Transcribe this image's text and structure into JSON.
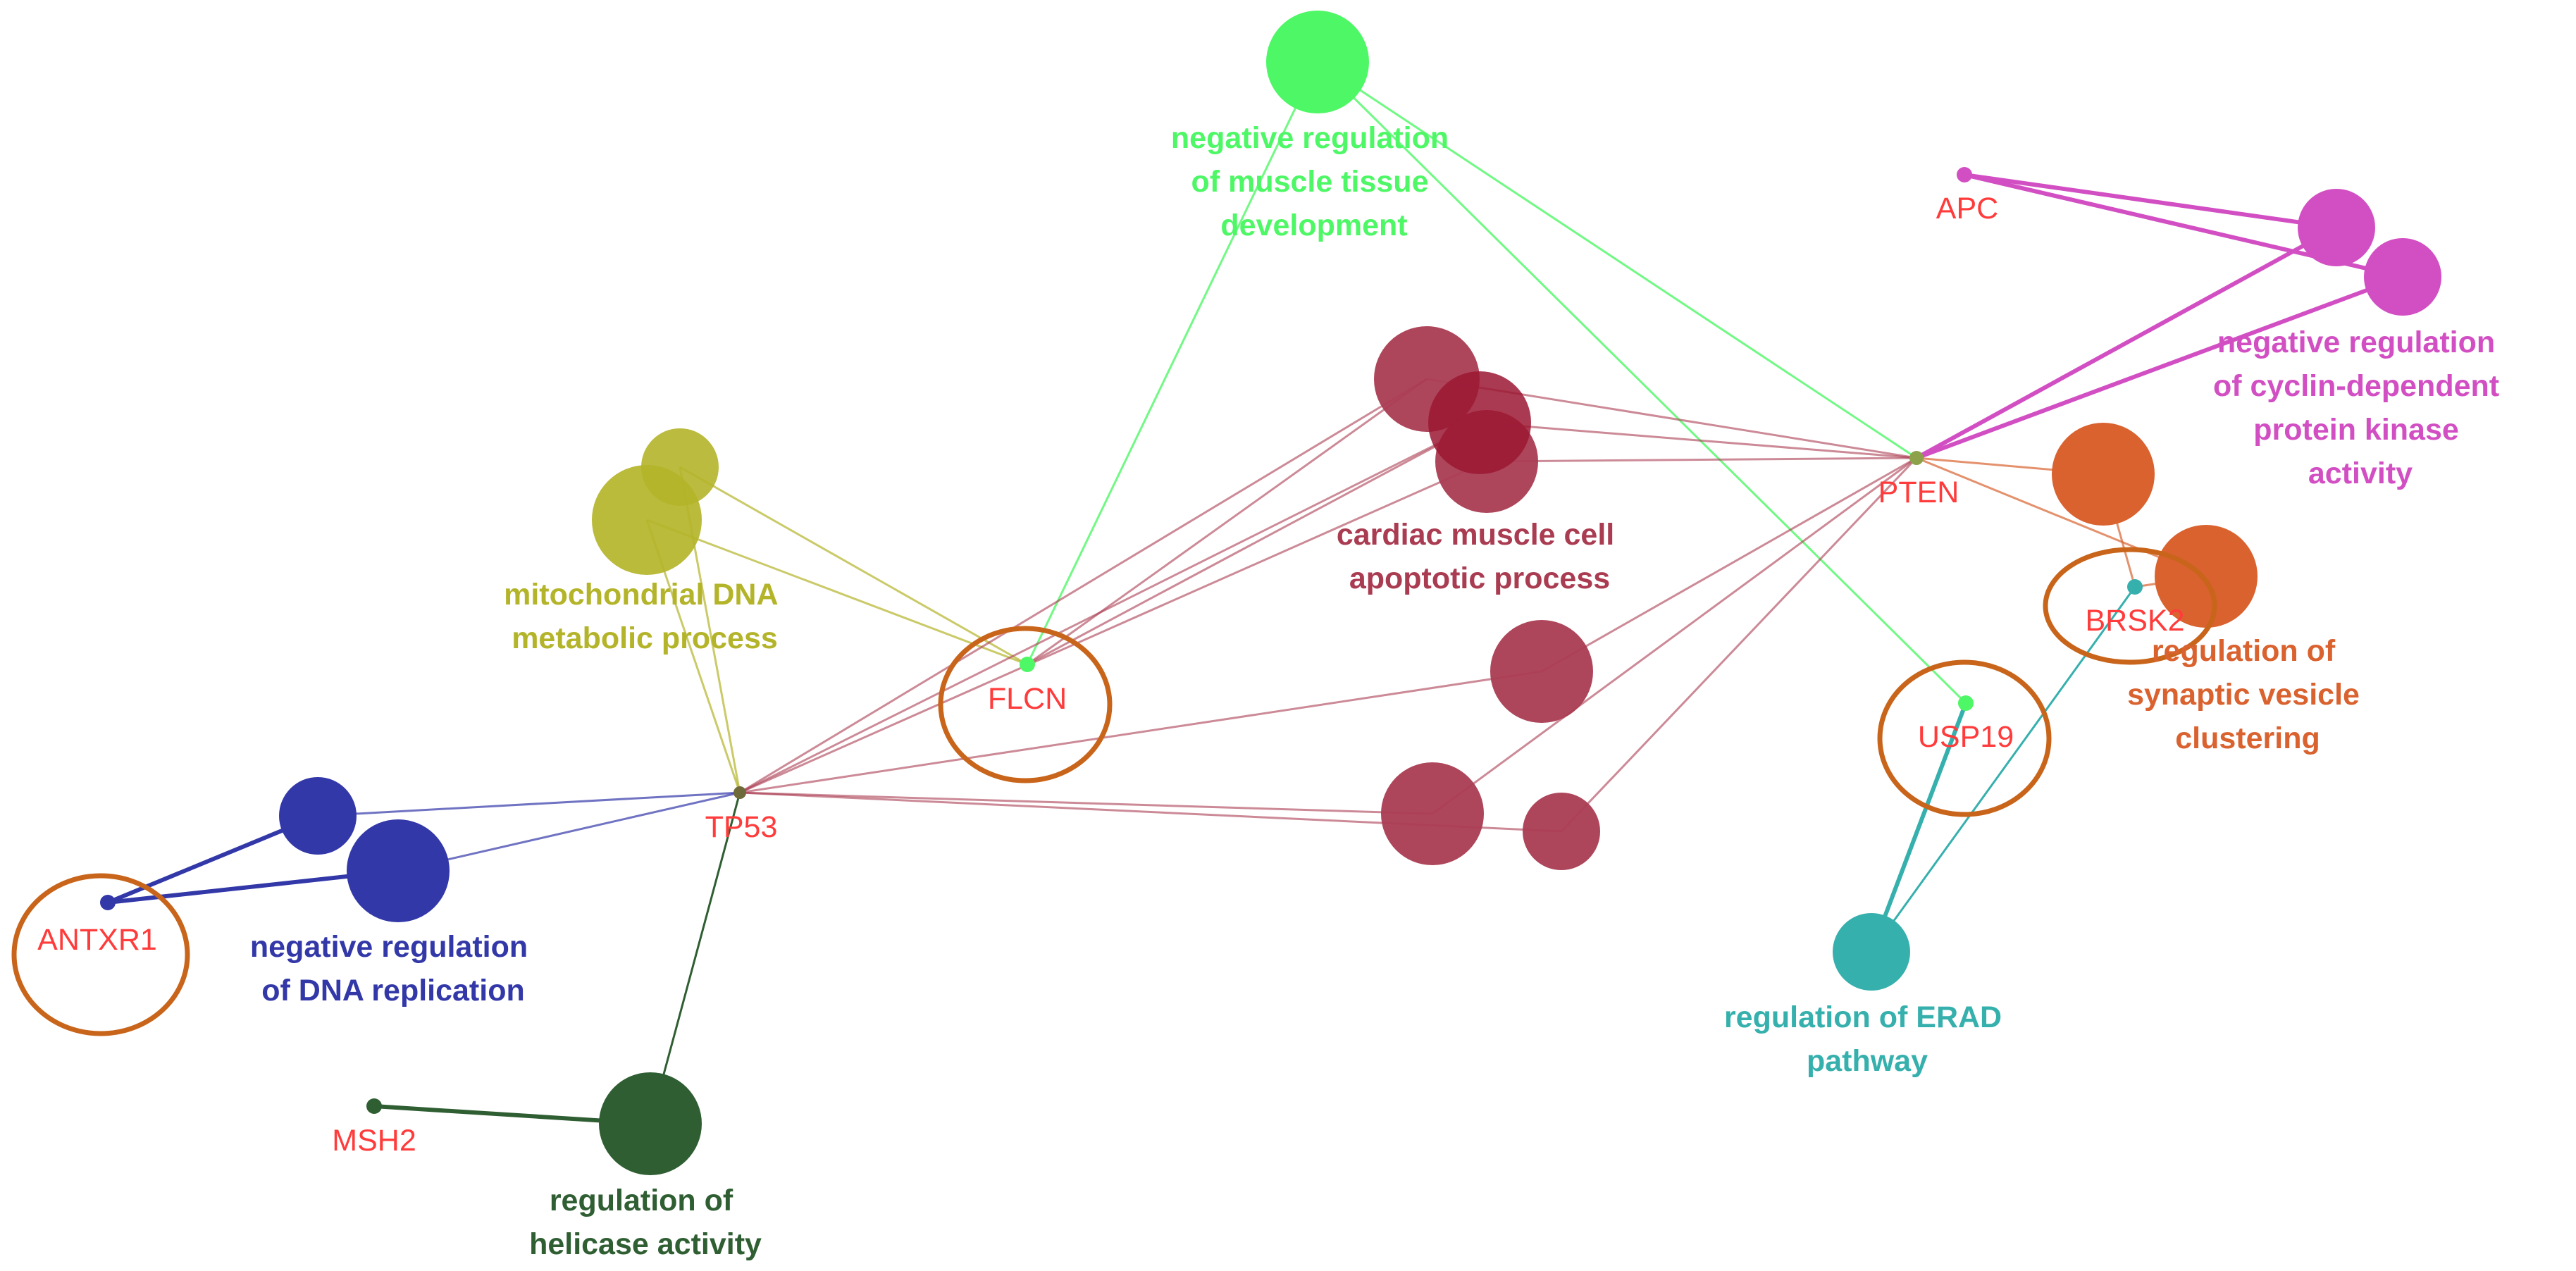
{
  "diagram": {
    "colors": {
      "mito": "#b4b42a",
      "dna": "#3338a8",
      "helicase": "#2f5e32",
      "muscle": "#4ef765",
      "cardiac": "#aa3c52",
      "cardiac_dark": "#9b1733",
      "cyclin": "#d24fc3",
      "synaptic": "#d9622f",
      "erad": "#36b0ad",
      "gene_text": "#ff3b3b",
      "highlight": "#c8651b"
    },
    "genes": [
      {
        "id": "TP53",
        "label": "TP53"
      },
      {
        "id": "FLCN",
        "label": "FLCN"
      },
      {
        "id": "PTEN",
        "label": "PTEN"
      },
      {
        "id": "APC",
        "label": "APC"
      },
      {
        "id": "BRSK2",
        "label": "BRSK2"
      },
      {
        "id": "USP19",
        "label": "USP19"
      },
      {
        "id": "ANTXR1",
        "label": "ANTXR1"
      },
      {
        "id": "MSH2",
        "label": "MSH2"
      }
    ],
    "term_labels": {
      "muscle": [
        "negative regulation",
        "of muscle tissue",
        "development"
      ],
      "mito": [
        "mitochondrial DNA",
        "metabolic process"
      ],
      "cardiac": [
        "cardiac muscle cell",
        "apoptotic process"
      ],
      "cyclin": [
        "negative regulation",
        "of cyclin-dependent",
        "protein kinase",
        "activity"
      ],
      "synaptic": [
        "regulation of",
        "synaptic vesicle",
        "clustering"
      ],
      "dna": [
        "negative regulation",
        "of DNA replication"
      ],
      "erad": [
        "regulation of ERAD",
        "pathway"
      ],
      "helicase": [
        "regulation of",
        "helicase activity"
      ]
    },
    "highlighted_genes": [
      "ANTXR1",
      "FLCN",
      "USP19",
      "BRSK2"
    ]
  }
}
